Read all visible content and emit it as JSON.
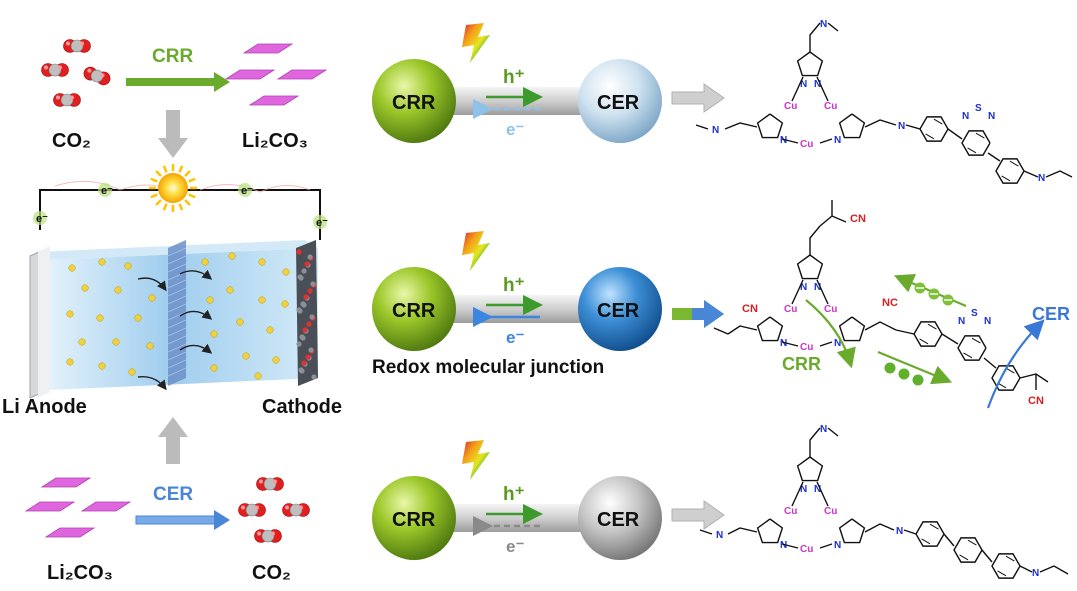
{
  "left": {
    "top_reactant": "CO₂",
    "top_product": "Li₂CO₃",
    "top_arrow_label": "CRR",
    "bottom_reactant": "Li₂CO₃",
    "bottom_product": "CO₂",
    "bottom_arrow_label": "CER",
    "anode_label": "Li Anode",
    "cathode_label": "Cathode",
    "electron": "e⁻"
  },
  "junctions": [
    {
      "left_sphere": "CRR",
      "right_sphere": "CER",
      "hole": "h⁺",
      "electron": "e⁻",
      "right_color": "#cfe2f0"
    },
    {
      "left_sphere": "CRR",
      "right_sphere": "CER",
      "hole": "h⁺",
      "electron": "e⁻",
      "right_color": "#3d8fd6"
    },
    {
      "left_sphere": "CRR",
      "right_sphere": "CER",
      "hole": "h⁺",
      "electron": "e⁻",
      "right_color": "#c4c4c4"
    }
  ],
  "junction_caption": "Redox molecular junction",
  "molecule": {
    "cu": "Cu",
    "n": "N",
    "s": "S",
    "cn": "CN",
    "nc": "NC",
    "flow_crr": "CRR",
    "flow_cer": "CER"
  },
  "colors": {
    "crr_green": "#6aaa2c",
    "cer_blue": "#4a86d6",
    "cu_magenta": "#cc33cc",
    "cn_red": "#d42020",
    "li2co3": "#e066e0"
  }
}
